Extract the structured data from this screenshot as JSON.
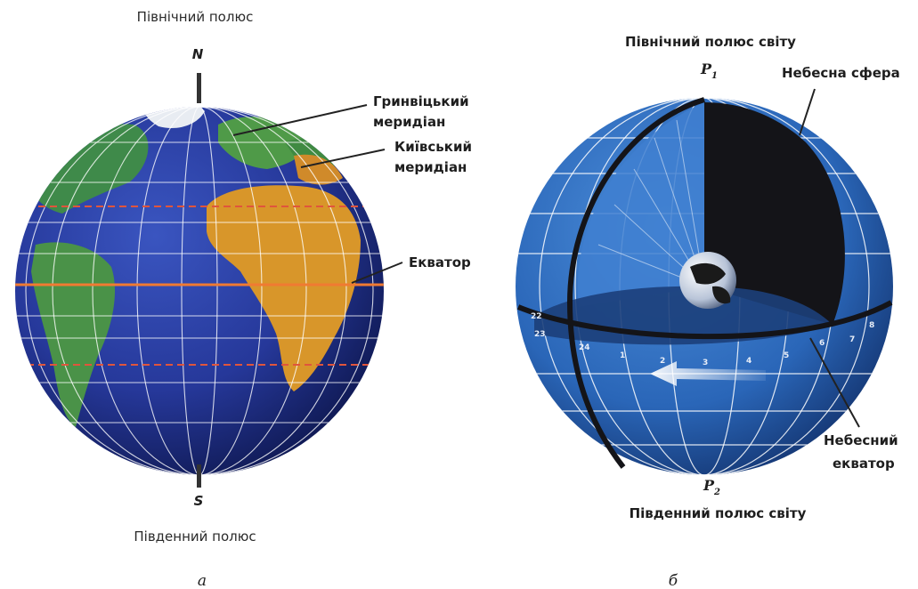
{
  "earth": {
    "north_label": "Північний полюс",
    "south_label": "Південний полюс",
    "n_letter": "N",
    "s_letter": "S",
    "greenwich": [
      "Гринвіцький",
      "меридіан"
    ],
    "kyiv": [
      "Київський",
      "меридіан"
    ],
    "equator": "Екватор",
    "caption": "а"
  },
  "sky": {
    "north_label": "Північний полюс світу",
    "south_label": "Південний полюс світу",
    "p1": "P",
    "p1_sub": "1",
    "p2": "P",
    "p2_sub": "2",
    "sphere": "Небесна сфера",
    "equator": [
      "Небесний",
      "екватор"
    ],
    "caption": "б",
    "hours": [
      "22",
      "23",
      "24",
      "1",
      "2",
      "3",
      "4",
      "5",
      "6",
      "7",
      "8"
    ]
  },
  "colors": {
    "ocean": "#2b3f9c",
    "land": "#d8962a",
    "sky_blue": "#2b6fc0",
    "tropic_line": "#e0553c",
    "equator_line": "#f07a32"
  }
}
